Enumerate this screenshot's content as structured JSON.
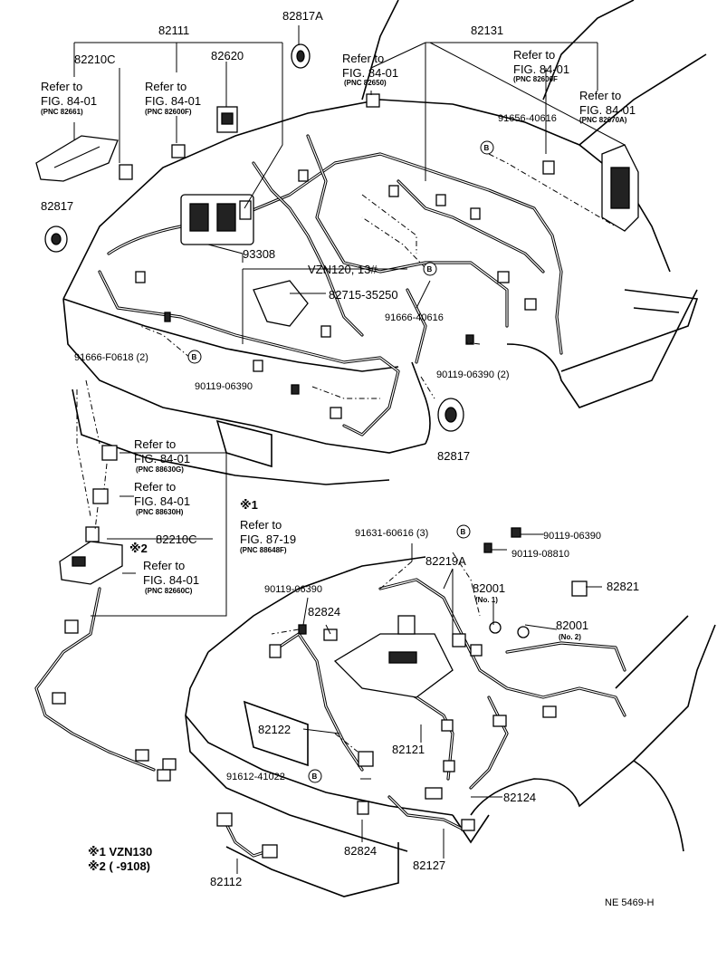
{
  "labels": {
    "p82111": "82111",
    "p82817A": "82817A",
    "p82131": "82131",
    "p82210C_top": "82210C",
    "p82620": "82620",
    "p82817_left": "82817",
    "p93308": "93308",
    "vzn120": "VZN120, 13#",
    "p82715": "82715-35250",
    "p91666_40616_a": "91656-40616",
    "p91666_40616_b": "91666-40616",
    "p91666_f0618": "91666-F0618 (2)",
    "p90119_06390_a": "90119-06390",
    "p90119_06390_b": "90119-06390 (2)",
    "p82817_mid": "82817",
    "p82210C_mid": "82210C",
    "note1": "※1",
    "note2": "※2",
    "p91631": "91631-60616 (3)",
    "p90119_06390_c": "90119-06390",
    "p90119_08810": "90119-08810",
    "p82219A": "82219A",
    "p90119_06390_d": "90119-06390",
    "p82824_a": "82824",
    "p82001_a": "82001",
    "p82001_a_sub": "(No. 1)",
    "p82001_b": "82001",
    "p82001_b_sub": "(No. 2)",
    "p82821": "82821",
    "p82122": "82122",
    "p82121": "82121",
    "p91612": "91612-41022",
    "p82124": "82124",
    "p82824_b": "82824",
    "p82127": "82127",
    "p82112": "82112",
    "legend1": "※1 VZN130",
    "legend2": "※2 (      -9108)",
    "code": "NE  5469-H",
    "circle_b": "B"
  },
  "refs": [
    {
      "id": "r1",
      "line1": "Refer to",
      "line2": "FIG. 84-01",
      "line3": "(PNC 82661)"
    },
    {
      "id": "r2",
      "line1": "Refer to",
      "line2": "FIG. 84-01",
      "line3": "(PNC 82600F)"
    },
    {
      "id": "r3",
      "line1": "Refer to",
      "line2": "FIG. 84-01",
      "line3": "(PNC 82650)"
    },
    {
      "id": "r4",
      "line1": "Refer to",
      "line2": "FIG. 84-01",
      "line3": "(PNC 82600F"
    },
    {
      "id": "r5",
      "line1": "Refer to",
      "line2": "FIG. 84-01",
      "line3": "(PNC 82670A)"
    },
    {
      "id": "r6",
      "line1": "Refer to",
      "line2": "FIG. 84-01",
      "line3": "(PNC 88630G)"
    },
    {
      "id": "r7",
      "line1": "Refer to",
      "line2": "FIG. 84-01",
      "line3": "(PNC 88630H)"
    },
    {
      "id": "r8",
      "line1": "Refer to",
      "line2": "FIG. 87-19",
      "line3": "(PNC 88648F)"
    },
    {
      "id": "r9",
      "line1": "Refer to",
      "line2": "FIG. 84-01",
      "line3": "(PNC 82660C)"
    }
  ]
}
